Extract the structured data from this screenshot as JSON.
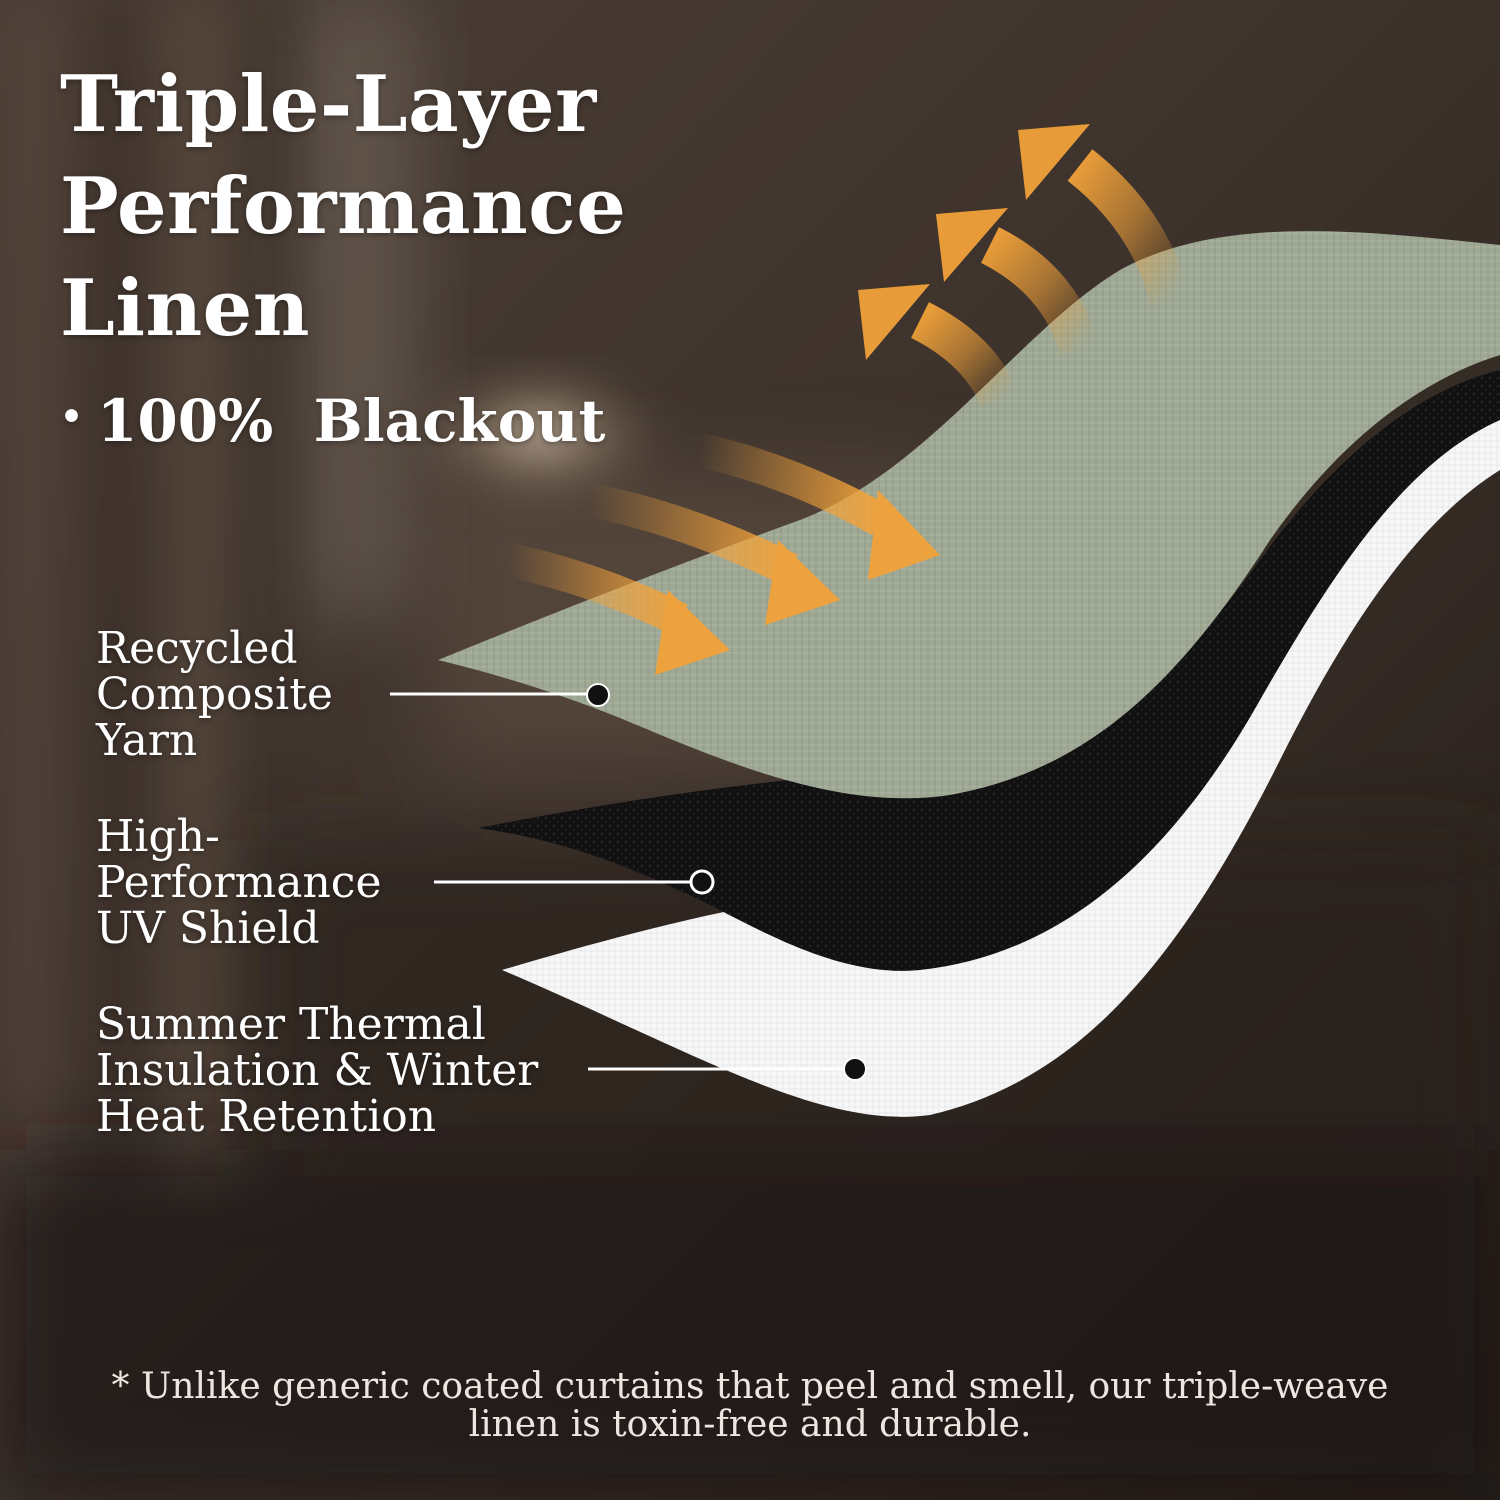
{
  "headline": {
    "line1": "Triple-Layer",
    "line2": "Performance",
    "line3": "Linen"
  },
  "bullet": {
    "dot": "•",
    "text": "100%  Blackout"
  },
  "layers": [
    {
      "name": "recycled-composite-yarn",
      "lines": [
        "Recycled",
        "Composite",
        "Yarn"
      ],
      "swatch_color": "#9eaa95",
      "marker": "filled"
    },
    {
      "name": "uv-shield",
      "lines": [
        "High-",
        "Performance",
        "UV Shield"
      ],
      "swatch_color": "#111111",
      "marker": "outlined"
    },
    {
      "name": "thermal-layer",
      "lines": [
        "Summer Thermal",
        "Insulation & Winter",
        "Heat Retention"
      ],
      "swatch_color": "#f6f6f6",
      "marker": "filled"
    }
  ],
  "footnote": {
    "line1": "* Unlike generic coated curtains that peel and smell, our triple-weave",
    "line2": "linen is toxin-free and durable."
  },
  "colors": {
    "background_dark": "#2b221d",
    "background_light": "#6b5a4e",
    "arrow": "#f2a23a",
    "text": "#ffffff"
  },
  "icons": {
    "heat_arrows": "curved-arrow-icon"
  }
}
